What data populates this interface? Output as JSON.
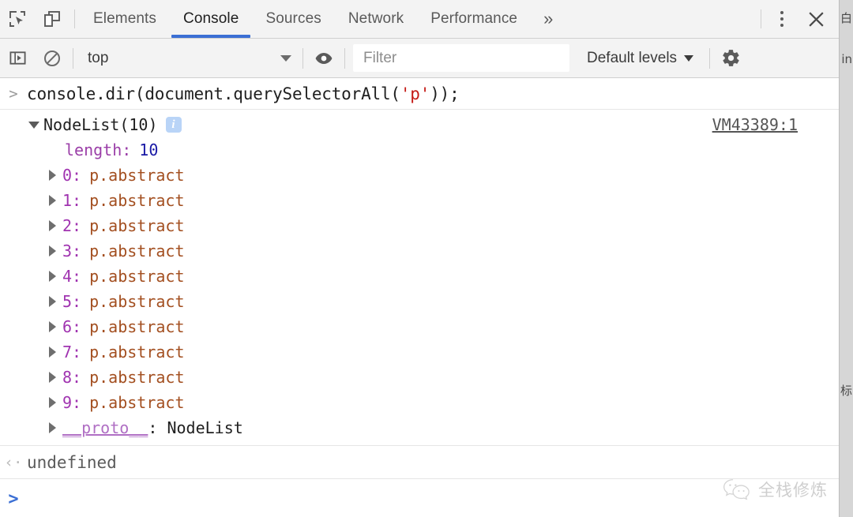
{
  "tabstrip": {
    "inspect_icon": "inspect-element-icon",
    "device_icon": "device-toolbar-icon",
    "tabs": [
      {
        "label": "Elements",
        "active": false
      },
      {
        "label": "Console",
        "active": true
      },
      {
        "label": "Sources",
        "active": false
      },
      {
        "label": "Network",
        "active": false
      },
      {
        "label": "Performance",
        "active": false
      }
    ],
    "more_tabs": "»",
    "kebab_icon": "more-options-icon",
    "close_icon": "close-icon"
  },
  "console_toolbar": {
    "sidebar_toggle_icon": "console-sidebar-icon",
    "clear_icon": "clear-console-icon",
    "context": "top",
    "eye_icon": "create-live-expression-icon",
    "filter_placeholder": "Filter",
    "filter_value": "",
    "levels_label": "Default levels",
    "settings_icon": "settings-gear-icon"
  },
  "console": {
    "input_marker": ">",
    "command": "console.dir(document.querySelectorAll(",
    "command_string": "'p'",
    "command_tail": "));",
    "source_link": "VM43389:1",
    "result_title": "NodeList(10)",
    "info_glyph": "i",
    "length_key": "length:",
    "length_value": "10",
    "entries": [
      {
        "index": "0:",
        "value": "p.abstract"
      },
      {
        "index": "1:",
        "value": "p.abstract"
      },
      {
        "index": "2:",
        "value": "p.abstract"
      },
      {
        "index": "3:",
        "value": "p.abstract"
      },
      {
        "index": "4:",
        "value": "p.abstract"
      },
      {
        "index": "5:",
        "value": "p.abstract"
      },
      {
        "index": "6:",
        "value": "p.abstract"
      },
      {
        "index": "7:",
        "value": "p.abstract"
      },
      {
        "index": "8:",
        "value": "p.abstract"
      },
      {
        "index": "9:",
        "value": "p.abstract"
      }
    ],
    "proto_key": "__proto__",
    "proto_sep": ": ",
    "proto_value": "NodeList",
    "return_marker": "‹·",
    "return_value": "undefined",
    "prompt_marker": ">",
    "prompt_value": ""
  },
  "watermark": {
    "text": "全栈修炼",
    "logo": "wechat-logo"
  },
  "page_behind": {
    "line1": "白",
    "line2": "in",
    "line3": "标"
  },
  "colors": {
    "accent": "#3b6fd4",
    "toolbar_bg": "#f3f3f3",
    "string_red": "#c41a16",
    "key_purple": "#9b3fa8",
    "number_blue": "#1a1aa6",
    "node_orange": "#a34f20"
  }
}
